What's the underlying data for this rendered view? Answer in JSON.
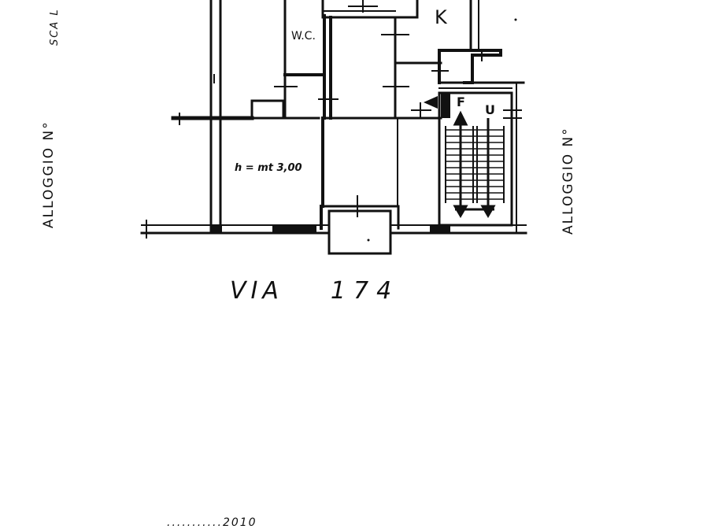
{
  "labels": {
    "left_unit": "ALLOGGIO N°",
    "left_top_partial": "SCA L",
    "right_unit": "ALLOGGIO N°",
    "street_prefix": "VIA",
    "street_number": "174",
    "wc": "W.C.",
    "kitchen": "K",
    "height_note": "h = mt 3,00",
    "stair_f": "F",
    "stair_u": "U",
    "bottom_partial": "...........2010"
  },
  "colors": {
    "ink": "#111111",
    "paper": "#ffffff"
  }
}
